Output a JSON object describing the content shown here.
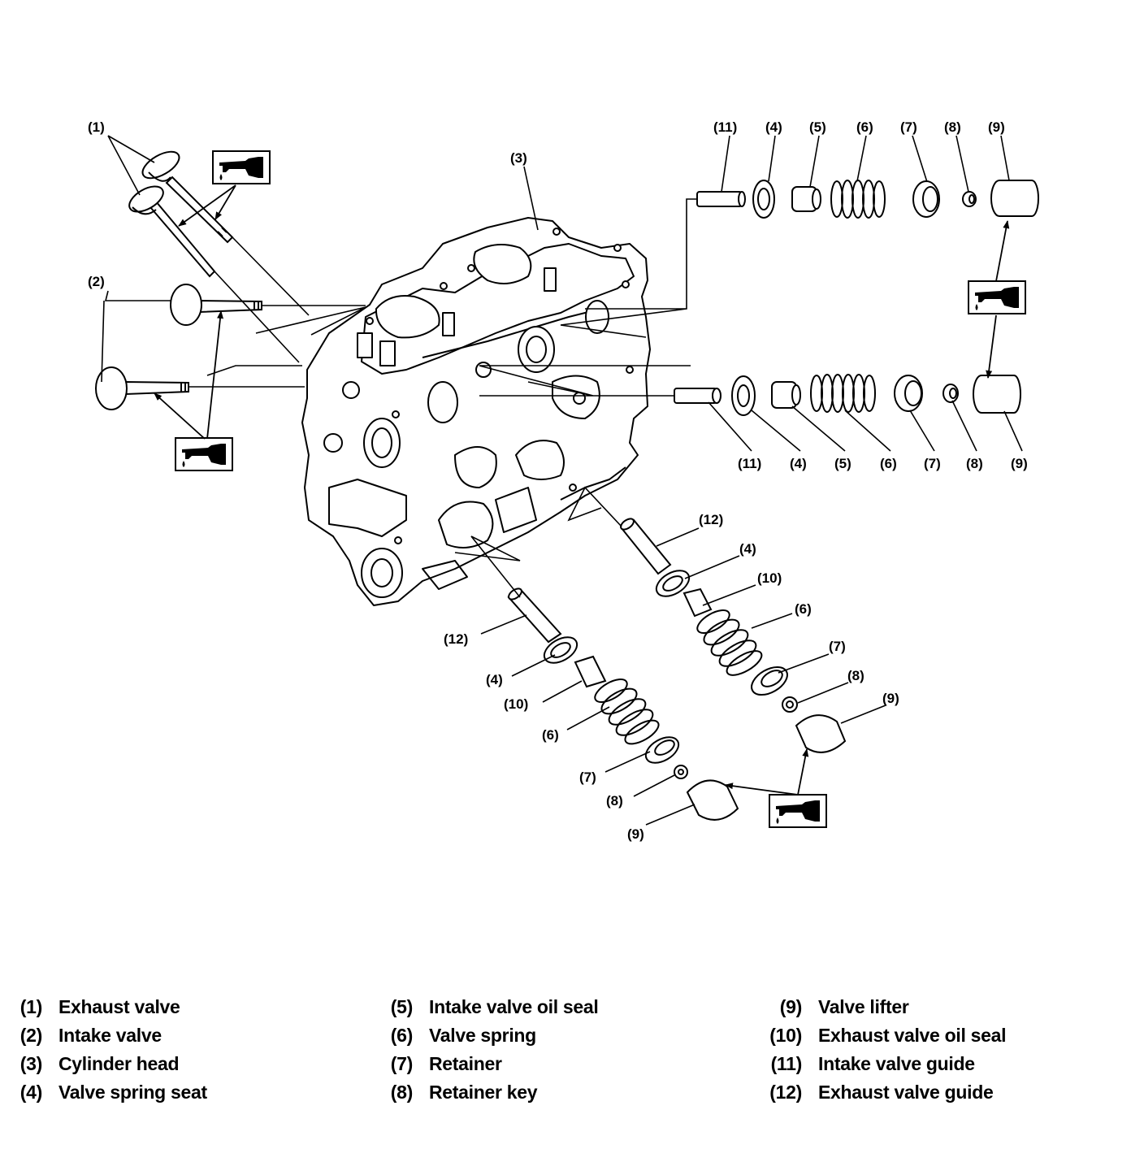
{
  "callouts": {
    "c1": "(1)",
    "c2": "(2)",
    "c3": "(3)",
    "c11a": "(11)",
    "c4a": "(4)",
    "c5a": "(5)",
    "c6a": "(6)",
    "c7a": "(7)",
    "c8a": "(8)",
    "c9a": "(9)",
    "c11b": "(11)",
    "c4b": "(4)",
    "c5b": "(5)",
    "c6b": "(6)",
    "c7b": "(7)",
    "c8b": "(8)",
    "c9b": "(9)",
    "c12a": "(12)",
    "c4c": "(4)",
    "c10a": "(10)",
    "c6c": "(6)",
    "c7c": "(7)",
    "c8c": "(8)",
    "c9c": "(9)",
    "c12b": "(12)",
    "c4d": "(4)",
    "c10b": "(10)",
    "c6d": "(6)",
    "c7d": "(7)",
    "c8d": "(8)",
    "c9d": "(9)"
  },
  "legend": [
    [
      {
        "num": "(1)",
        "label": "Exhaust valve"
      },
      {
        "num": "(2)",
        "label": "Intake valve"
      },
      {
        "num": "(3)",
        "label": "Cylinder head"
      },
      {
        "num": "(4)",
        "label": "Valve spring seat"
      }
    ],
    [
      {
        "num": "(5)",
        "label": "Intake valve oil seal"
      },
      {
        "num": "(6)",
        "label": "Valve spring"
      },
      {
        "num": "(7)",
        "label": "Retainer"
      },
      {
        "num": "(8)",
        "label": "Retainer key"
      }
    ],
    [
      {
        "num": "(9)",
        "label": "Valve lifter"
      },
      {
        "num": "(10)",
        "label": "Exhaust valve oil seal"
      },
      {
        "num": "(11)",
        "label": "Intake valve guide"
      },
      {
        "num": "(12)",
        "label": "Exhaust valve guide"
      }
    ]
  ],
  "icons": [
    "oil-can-icon",
    "oil-can-icon",
    "oil-can-icon",
    "oil-can-icon"
  ]
}
